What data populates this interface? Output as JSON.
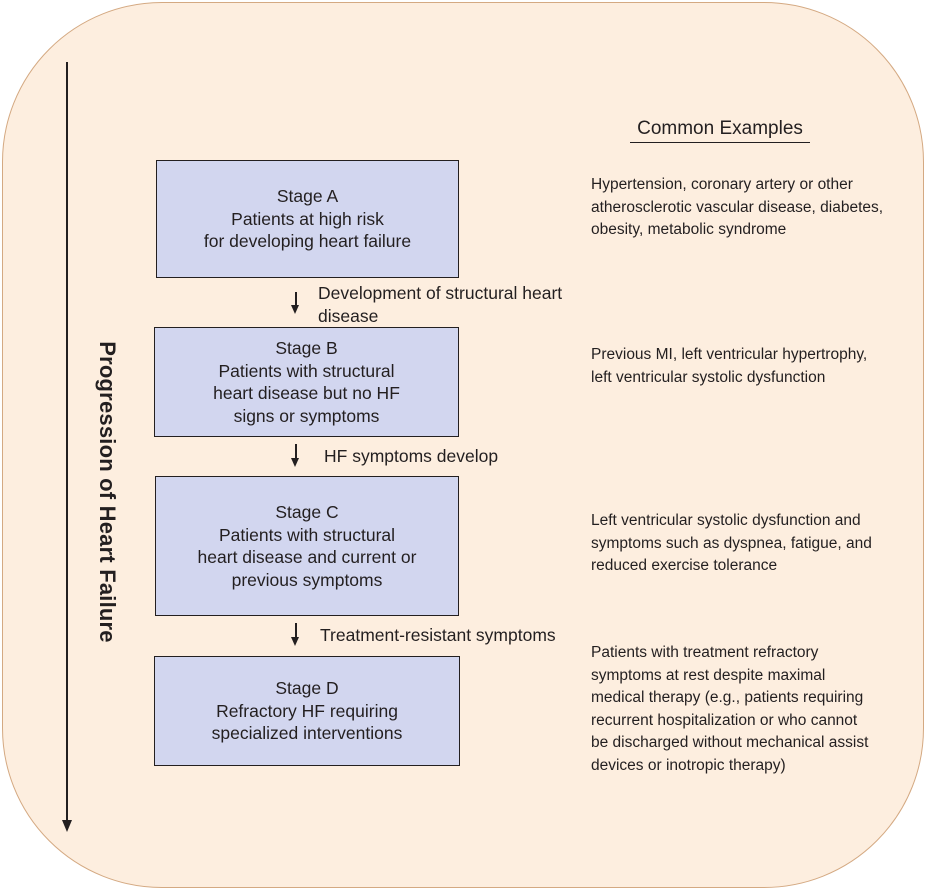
{
  "axis": {
    "label": "Progression of Heart Failure"
  },
  "examples_header": "Common Examples",
  "stages": [
    {
      "title": "Stage A",
      "lines": [
        "Patients at high risk",
        "for developing heart failure"
      ],
      "examples": "Hypertension, coronary artery or other atherosclerotic vascular disease, diabetes, obesity, metabolic syndrome"
    },
    {
      "title": "Stage B",
      "lines": [
        "Patients with structural",
        "heart disease but no HF",
        "signs or symptoms"
      ],
      "examples": "Previous MI, left ventricular hypertrophy, left ventricular systolic dysfunction"
    },
    {
      "title": "Stage C",
      "lines": [
        "Patients with structural",
        "heart disease and current or",
        "previous symptoms"
      ],
      "examples": "Left ventricular systolic dysfunction and symptoms such as dyspnea, fatigue, and reduced exercise tolerance"
    },
    {
      "title": "Stage D",
      "lines": [
        "Refractory HF requiring",
        "specialized interventions"
      ],
      "examples": "Patients with treatment refractory symptoms at rest despite maximal medical therapy (e.g., patients requiring recurrent hospitalization or who cannot be discharged without mechanical assist devices or inotropic therapy)"
    }
  ],
  "transitions": [
    {
      "lines": [
        "Development of structural heart",
        "disease"
      ]
    },
    {
      "lines": [
        "HF symptoms develop"
      ]
    },
    {
      "lines": [
        "Treatment-resistant symptoms"
      ]
    }
  ],
  "colors": {
    "panel_background": "#fdeedf",
    "panel_border": "#d4a982",
    "stage_box": "#d2d6ef",
    "text": "#231f20"
  }
}
